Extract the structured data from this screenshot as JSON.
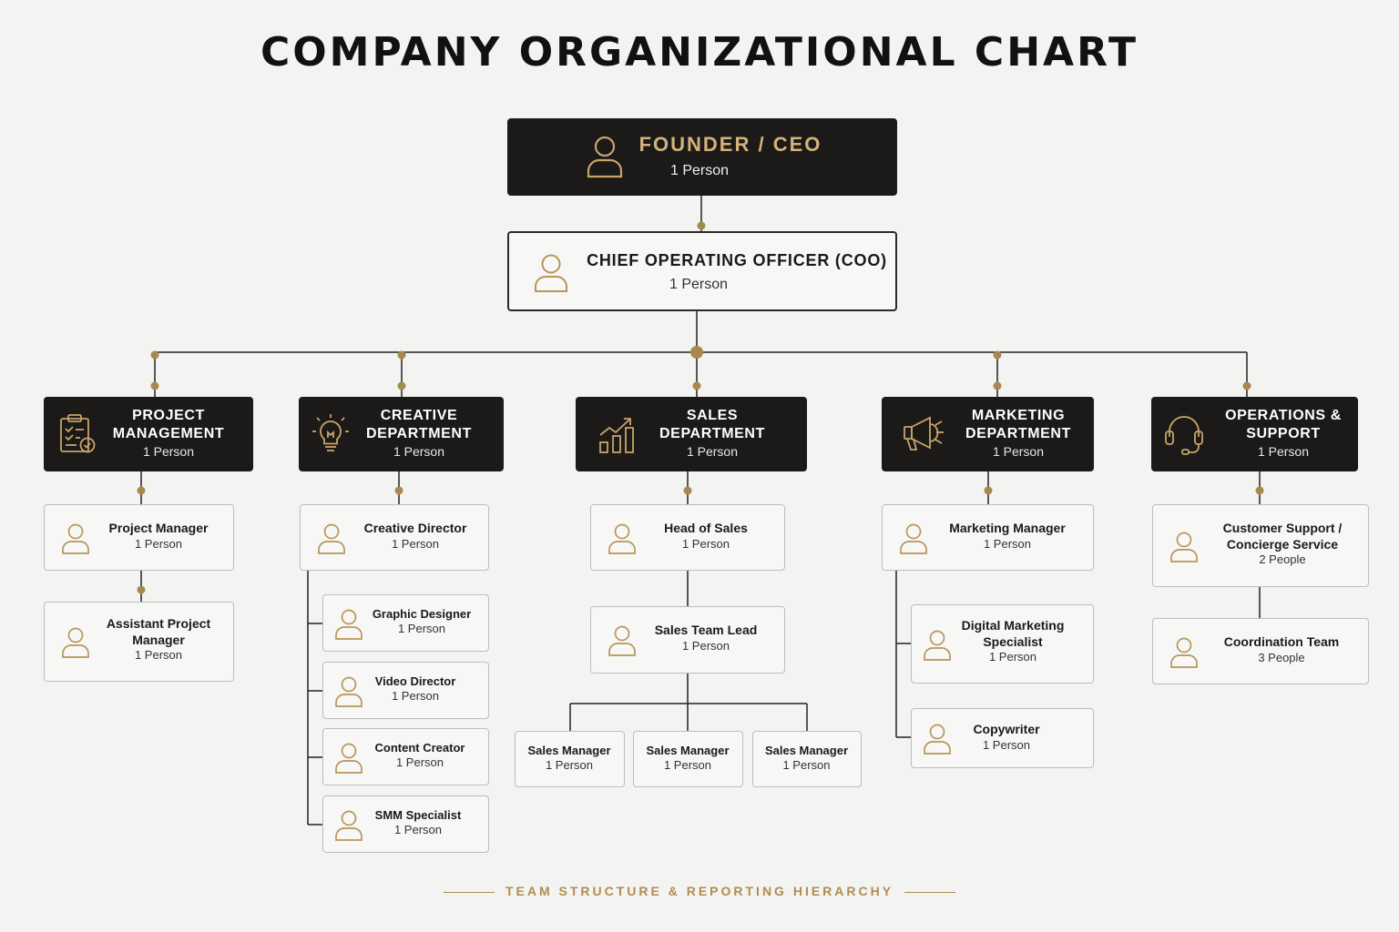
{
  "title": "COMPANY ORGANIZATIONAL CHART",
  "colors": {
    "background": "#f3f3f2",
    "dark": "#1b1a19",
    "gold": "#b08d4f",
    "line": "#222222"
  },
  "ceo": {
    "name": "FOUNDER / CEO",
    "count": "1 Person",
    "icon": "person-icon"
  },
  "coo": {
    "name": "CHIEF OPERATING OFFICER (COO)",
    "count": "1 Person",
    "icon": "person-icon"
  },
  "departments": [
    {
      "name": "PROJECT MANAGEMENT",
      "count": "1 Person",
      "icon": "clipboard-check-icon",
      "roles": [
        {
          "name": "Project Manager",
          "count": "1 Person"
        },
        {
          "name": "Assistant Project Manager",
          "count": "1 Person"
        }
      ]
    },
    {
      "name": "CREATIVE DEPARTMENT",
      "count": "1 Person",
      "icon": "lightbulb-icon",
      "roles": [
        {
          "name": "Creative Director",
          "count": "1 Person"
        },
        {
          "name": "Graphic Designer",
          "count": "1 Person"
        },
        {
          "name": "Video Director",
          "count": "1 Person"
        },
        {
          "name": "Content Creator",
          "count": "1 Person"
        },
        {
          "name": "SMM Specialist",
          "count": "1 Person"
        }
      ]
    },
    {
      "name": "SALES DEPARTMENT",
      "count": "1 Person",
      "icon": "bar-chart-growth-icon",
      "roles": [
        {
          "name": "Head of Sales",
          "count": "1 Person"
        },
        {
          "name": "Sales Team Lead",
          "count": "1 Person"
        },
        {
          "name": "Sales Manager",
          "count": "1 Person"
        },
        {
          "name": "Sales Manager",
          "count": "1 Person"
        },
        {
          "name": "Sales Manager",
          "count": "1 Person"
        }
      ]
    },
    {
      "name": "MARKETING DEPARTMENT",
      "count": "1 Person",
      "icon": "megaphone-icon",
      "roles": [
        {
          "name": "Marketing Manager",
          "count": "1 Person"
        },
        {
          "name": "Digital Marketing Specialist",
          "count": "1 Person"
        },
        {
          "name": "Copywriter",
          "count": "1 Person"
        }
      ]
    },
    {
      "name": "OPERATIONS & SUPPORT",
      "count": "1 Person",
      "icon": "headset-icon",
      "roles": [
        {
          "name": "Customer Support / Concierge Service",
          "count": "2 People"
        },
        {
          "name": "Coordination Team",
          "count": "3 People"
        }
      ]
    }
  ],
  "footer": "TEAM STRUCTURE & REPORTING HIERARCHY"
}
